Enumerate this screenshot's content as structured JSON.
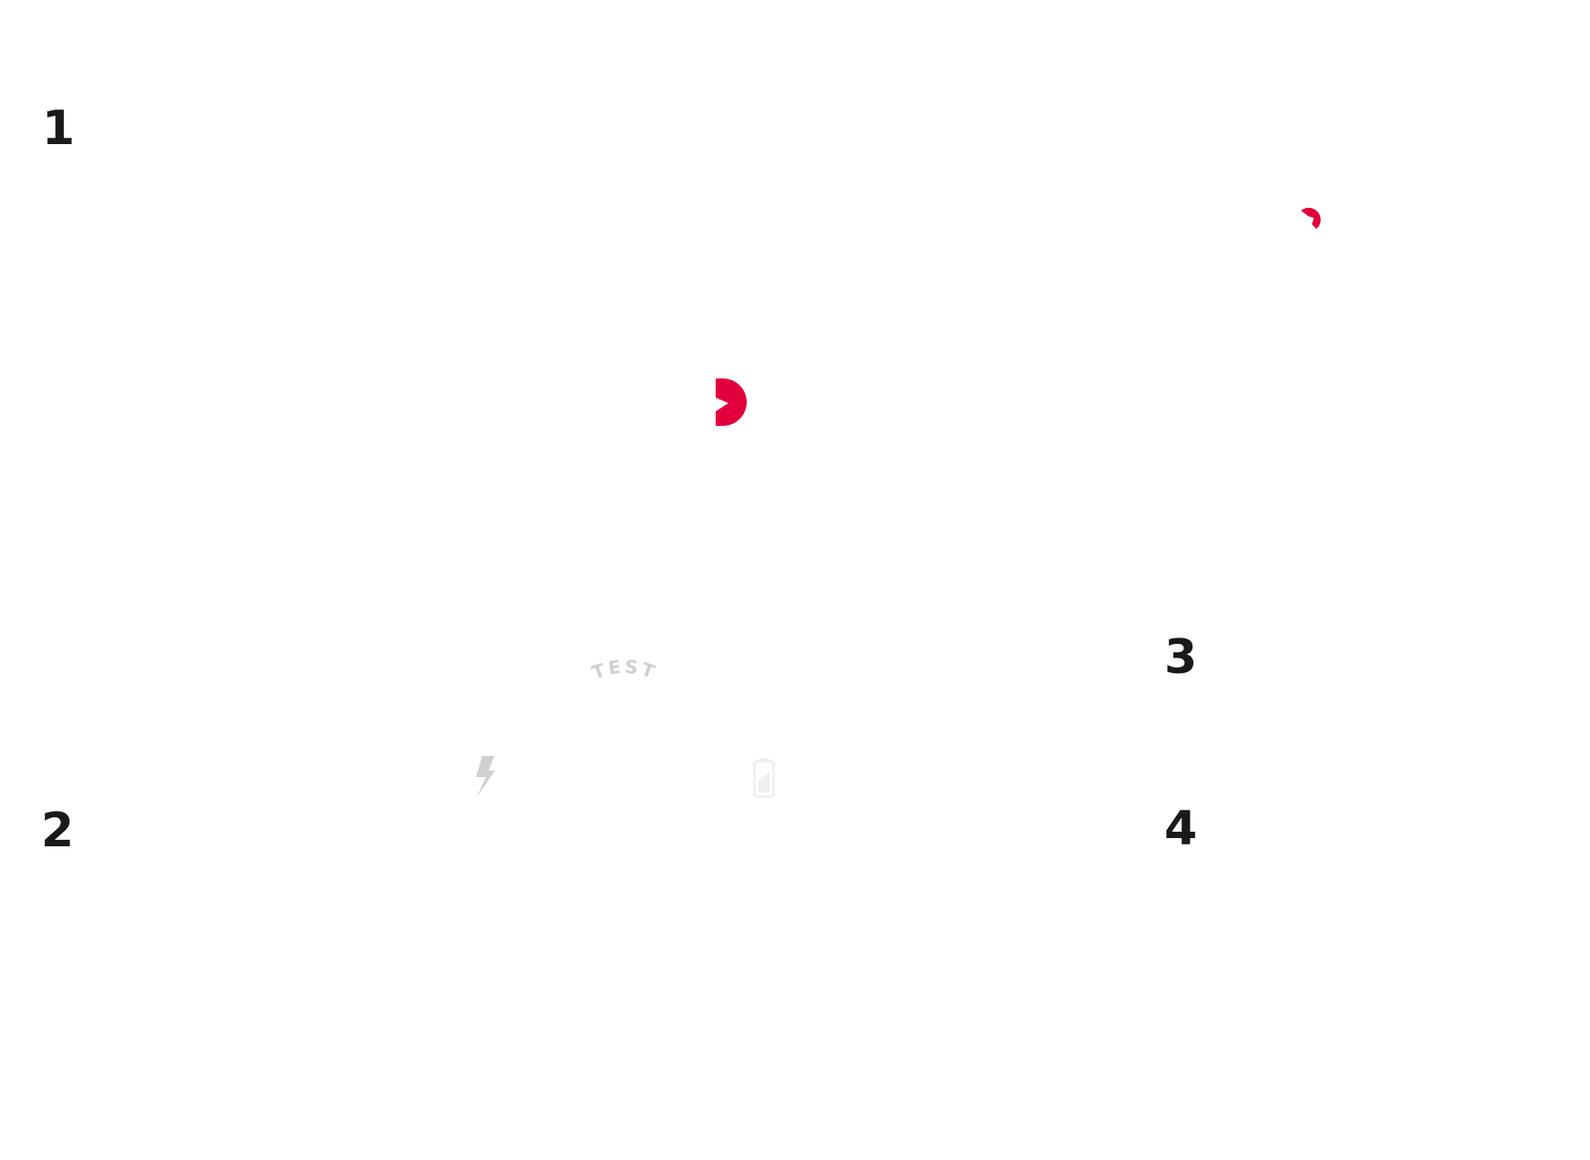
{
  "labels": {
    "one": "1",
    "two": "2",
    "three": "3",
    "four": "4"
  },
  "badge": {
    "text": "TEST"
  },
  "icons": {
    "lightning": "lightning-icon",
    "battery": "battery-icon",
    "play_shape": "red-d-shape",
    "small_shape": "red-small-shape"
  },
  "colors": {
    "accent": "#e2003c",
    "muted": "#d0d0d0",
    "faint": "#f0f0f0",
    "text": "#1a1a1a"
  }
}
